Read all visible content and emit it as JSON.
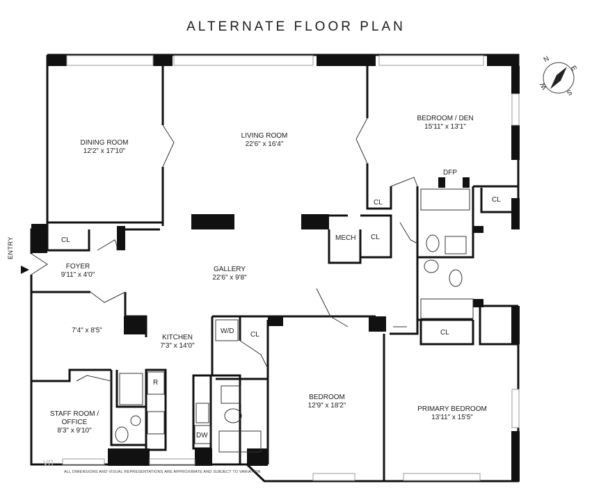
{
  "title": "ALTERNATE FLOOR PLAN",
  "compass": {
    "letters": [
      "N",
      "E",
      "S",
      "W"
    ]
  },
  "entry": "ENTRY",
  "rooms": {
    "dining": {
      "name": "DINING ROOM",
      "dim": "12'2\" x 17'10\""
    },
    "living": {
      "name": "LIVING ROOM",
      "dim": "22'6\" x 16'4\""
    },
    "bedroom_den": {
      "name": "BEDROOM / DEN",
      "dim": "15'11\" x 13'1\""
    },
    "foyer": {
      "name": "FOYER",
      "dim": "9'11\" x 4'0\""
    },
    "gallery": {
      "name": "GALLERY",
      "dim": "22'6\" x 9'8\""
    },
    "unnamed": {
      "dim": "7'4\" x 8'5\""
    },
    "kitchen": {
      "name": "KITCHEN",
      "dim": "7'3\" x 14'0\""
    },
    "staff": {
      "name_line1": "STAFF ROOM /",
      "name_line2": "OFFICE",
      "dim": "8'3\" x 9'10\""
    },
    "bedroom": {
      "name": "BEDROOM",
      "dim": "12'9\" x 18'2\""
    },
    "primary": {
      "name": "PRIMARY BEDROOM",
      "dim": "13'11\" x 15'5\""
    }
  },
  "labels": {
    "cl": "CL",
    "mech": "MECH",
    "dfp": "DFP",
    "wd": "W/D",
    "r": "R",
    "dw": "DW"
  },
  "disclaimer": "ALL DIMENSIONS AND VISUAL REPRESENTATIONS ARE APPROXIMATE AND SUBJECT TO VARIATION",
  "watermark": "vn"
}
